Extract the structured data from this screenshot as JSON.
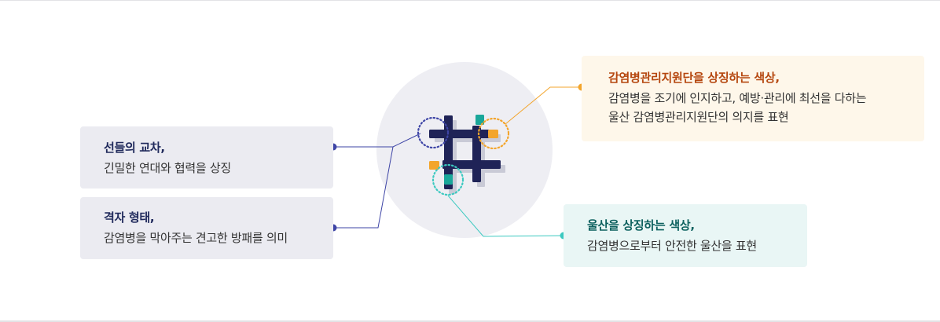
{
  "annotations": {
    "lines": {
      "title": "선들의 교차,",
      "desc": "긴밀한 연대와 협력을 상징"
    },
    "grid": {
      "title": "격자 형태,",
      "desc": "감염병을 막아주는 견고한 방패를 의미"
    },
    "kdca_color": {
      "title": "감염병관리지원단을 상징하는 색상,",
      "desc_line1": "감염병을 조기에 인지하고, 예방·관리에 최선을 다하는",
      "desc_line2": "울산 감염병관리지원단의 의지를 표현"
    },
    "ulsan_color": {
      "title": "울산을 상징하는 색상,",
      "desc": "감염병으로부터 안전한 울산을 표현"
    }
  },
  "colors": {
    "navy": "#1f2357",
    "orange": "#f3a52c",
    "teal": "#1aa79a",
    "indigo_leader": "#3e45a6",
    "orange_leader": "#f3a52c",
    "teal_leader": "#3cc9c0",
    "circle_bg": "#eeeef3",
    "shadow": "#c9cad6"
  },
  "icons": {
    "logo": "grid-hash-logo-icon"
  }
}
